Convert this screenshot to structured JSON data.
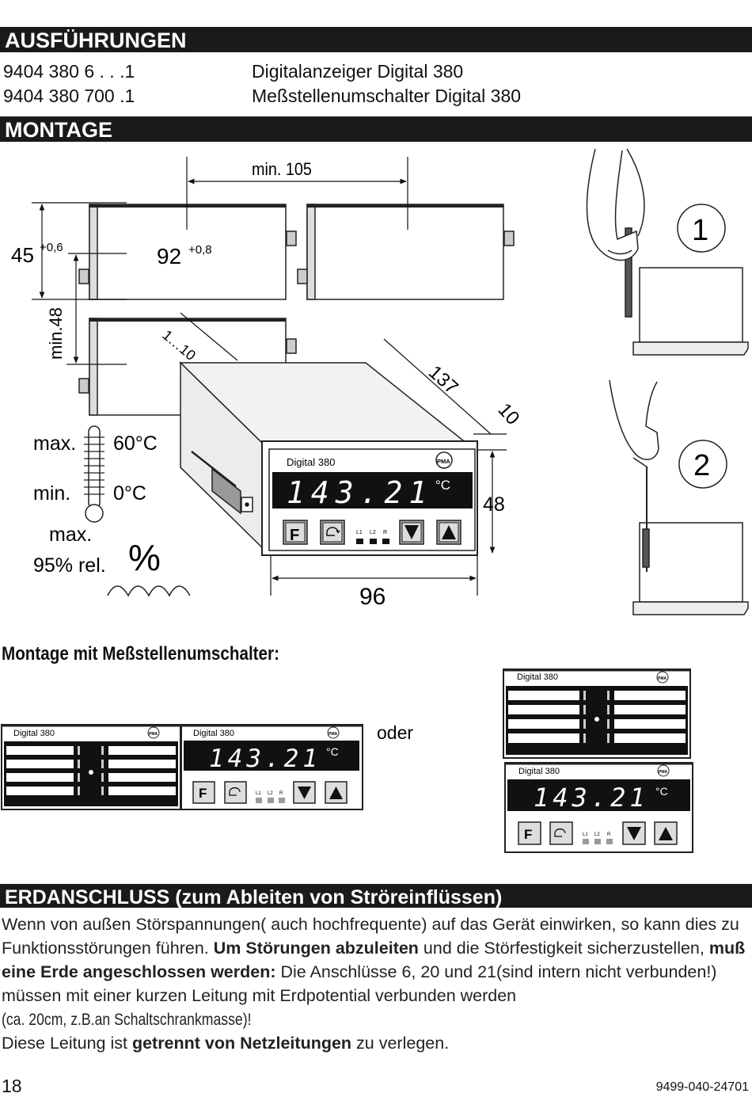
{
  "sections": {
    "ausfuehrungen": "AUSFÜHRUNGEN",
    "montage": "MONTAGE",
    "erdanschluss": "ERDANSCHLUSS (zum Ableiten von Ströreinflüssen)"
  },
  "variants": [
    {
      "code": "9404 380 6 . . .1",
      "desc": "Digitalanzeiger Digital 380"
    },
    {
      "code": "9404 380 700 .1",
      "desc": "Meßstellenumschalter Digital 380"
    }
  ],
  "diagram": {
    "min105": "min. 105",
    "dim45": "45",
    "tol45": "+0,6",
    "dim92": "92",
    "tol92": "+0,8",
    "min48": "min.48",
    "range": "1…10",
    "dim137": "137",
    "dim10": "10",
    "dim48": "48",
    "dim96": "96",
    "tmax": "max.",
    "tmaxval": "60°C",
    "tmin": "min.",
    "tminval": "0°C",
    "hmax": "max.",
    "hval": "95% rel.",
    "percent": "%",
    "step1": "1",
    "step2": "2"
  },
  "device": {
    "name": "Digital 380",
    "brand": "PMA",
    "display": "143.21",
    "unit": "°C",
    "f_key": "F",
    "leds": [
      "L1",
      "L2",
      "R"
    ]
  },
  "switcher_heading": "Montage mit Meßstellenumschalter:",
  "oder": "oder",
  "para": {
    "t1": "Wenn von außen Störspannungen( auch hochfrequente) auf das Gerät einwirken, so kann dies zu Funktionsstörungen führen. ",
    "b1": "Um Störungen abzuleiten",
    "t2": " und die Störfestigkeit sicherzustellen, ",
    "b2": "muß eine Erde angeschlossen werden:",
    "t3": " Die Anschlüsse 6, 20 und 21(sind intern nicht verbunden!) müssen mit einer kurzen Leitung mit Erdpotential verbunden werden ",
    "c1": "(ca. 20cm, z.B.an Schaltschrankmasse)!",
    "t4": " Diese Leitung ist ",
    "b3": "getrennt von Netzleitungen",
    "t5": " zu verlegen."
  },
  "footer": {
    "page": "18",
    "doc": "9499-040-24701"
  }
}
